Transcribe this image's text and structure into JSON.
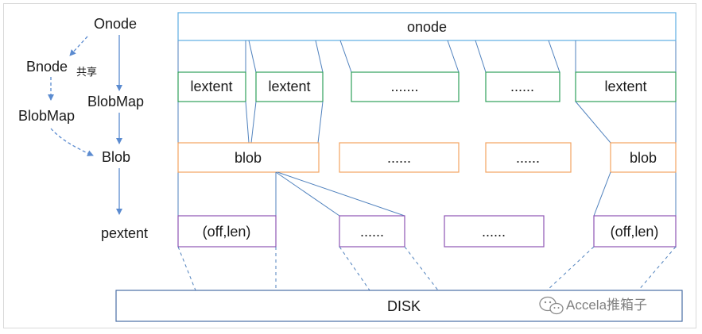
{
  "hierarchy": {
    "onode": "Onode",
    "bnode": "Bnode",
    "bnode_note": "共享",
    "blobmap_left": "BlobMap",
    "blobmap_right": "BlobMap",
    "blob": "Blob",
    "pextent": "pextent"
  },
  "layout_row": {
    "onode": "onode",
    "lextents": [
      "lextent",
      "lextent",
      ".......",
      "......",
      "lextent"
    ],
    "blobs": [
      "blob",
      "......",
      "......",
      "blob"
    ],
    "pextents": [
      "(off,len)",
      "......",
      "......",
      "(off,len)"
    ],
    "disk": "DISK"
  },
  "watermark": "Accela推箱子",
  "colors": {
    "blue": "#4f81bd",
    "arrow": "#5b8bd0",
    "onode_border": "#5dade2",
    "green": "#2ea05a",
    "orange": "#f4a460",
    "purple": "#8e55b3",
    "disk_border": "#4a6fa5"
  },
  "icons": [
    "wechat-icon"
  ]
}
